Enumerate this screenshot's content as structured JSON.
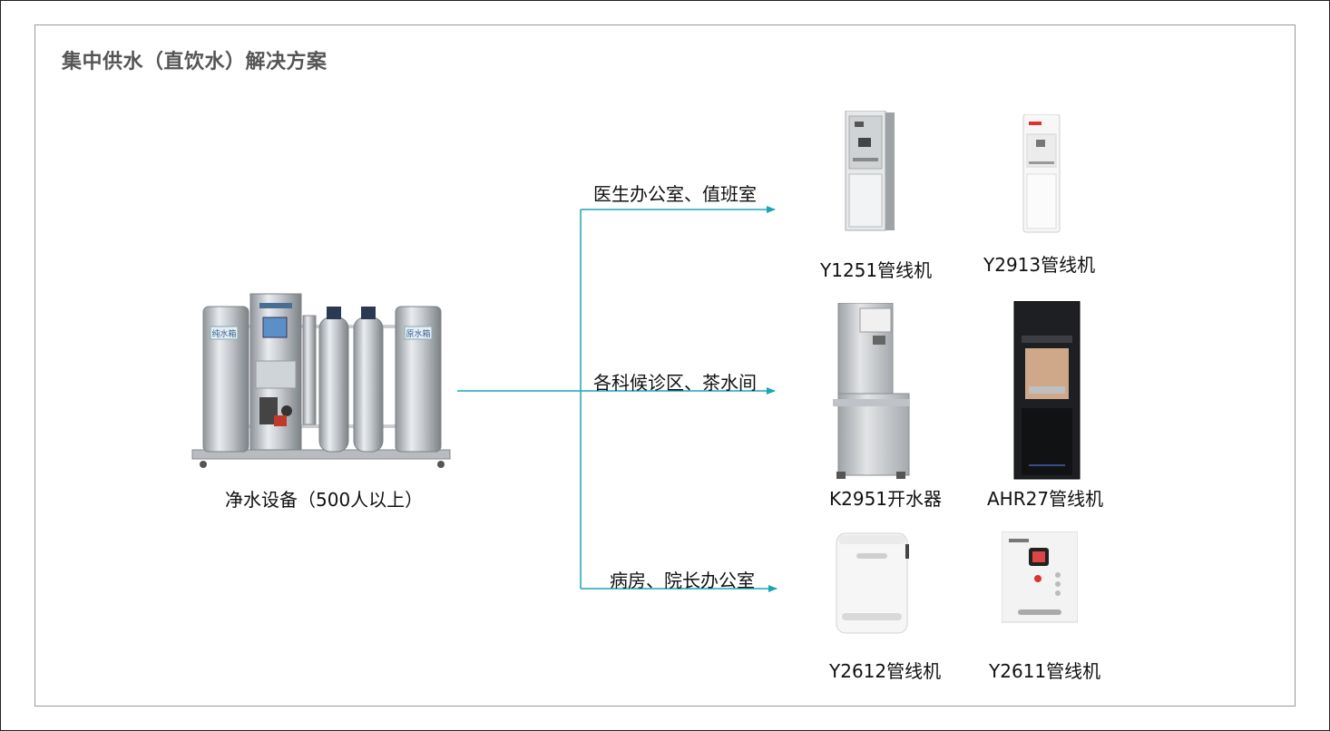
{
  "title": "集中供水（直饮水）解决方案",
  "colors": {
    "flow_line": "#1aa6b7",
    "title": "#555555",
    "panel_border": "#9a9a9a"
  },
  "source": {
    "caption": "净水设备（500人以上）",
    "tank_labels": [
      "纯水箱",
      "原水箱"
    ]
  },
  "branches": [
    {
      "label": "医生办公室、值班室"
    },
    {
      "label": "各科候诊区、茶水间"
    },
    {
      "label": "病房、院长办公室"
    }
  ],
  "machines": [
    {
      "name": "Y1251管线机",
      "icon": "floor-dispenser-silver"
    },
    {
      "name": "Y2913管线机",
      "icon": "floor-dispenser-white"
    },
    {
      "name": "K2951开水器",
      "icon": "boiler-stainless"
    },
    {
      "name": "AHR27管线机",
      "icon": "floor-dispenser-black"
    },
    {
      "name": "Y2612管线机",
      "icon": "wall-dispenser-white"
    },
    {
      "name": "Y2611管线机",
      "icon": "wall-dispenser-panel"
    }
  ]
}
